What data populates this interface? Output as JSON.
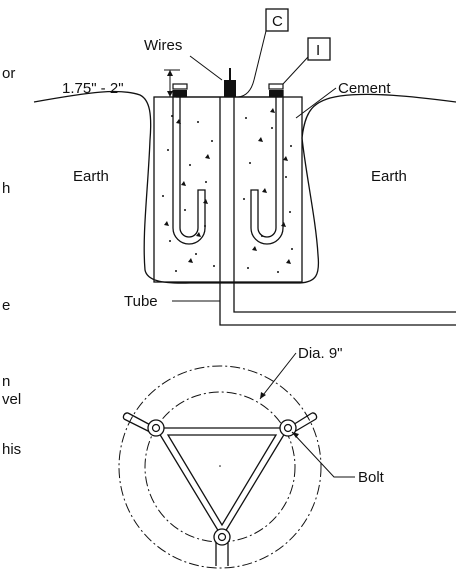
{
  "labels": {
    "wires": "Wires",
    "dimension": "1.75\" - 2\"",
    "cement": "Cement",
    "earth_left": "Earth",
    "earth_right": "Earth",
    "tube": "Tube",
    "diameter": "Dia. 9\"",
    "bolt": "Bolt",
    "box_c": "C",
    "box_i": "I"
  },
  "edge_text": [
    "or",
    "h",
    "e",
    "n",
    "vel",
    "his"
  ]
}
